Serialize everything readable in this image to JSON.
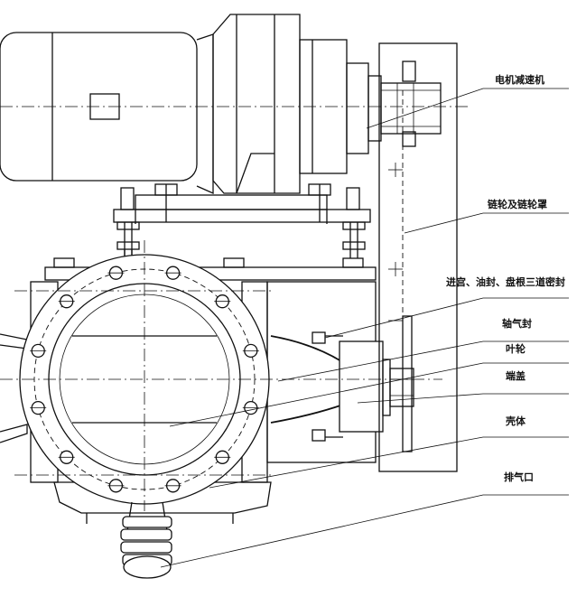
{
  "labels": {
    "motor_reducer": "电机减速机",
    "sprocket_cover": "链轮及链轮罩",
    "seal": "进宫、油封、盘根三道密封",
    "shaft_seal": "轴气封",
    "impeller": "叶轮",
    "end_cover": "端盖",
    "housing": "壳体",
    "exhaust_port": "排气口"
  }
}
